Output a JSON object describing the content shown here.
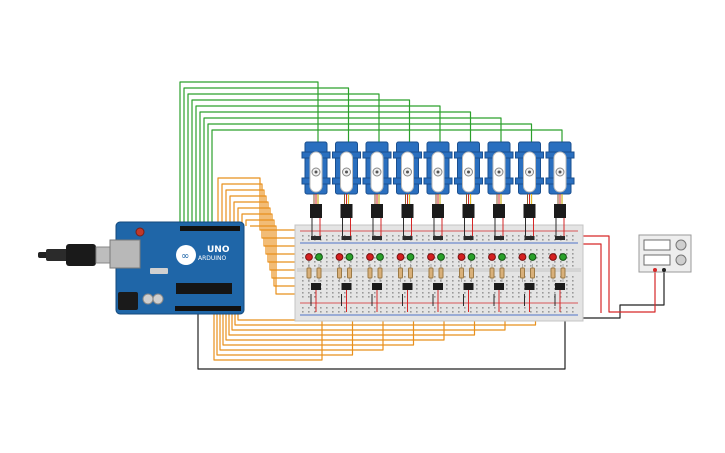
{
  "board": {
    "name": "UNO",
    "brand": "ARDUINO"
  },
  "circuit": {
    "servo_count": 9,
    "led_colors": [
      "red",
      "green"
    ]
  },
  "colors": {
    "signal_wire": "#2ca02c",
    "control_wire": "#e8901c",
    "power_wire": "#d62728",
    "ground_wire": "#222222",
    "arduino_board": "#1f66a8",
    "servo_body": "#2a6fbf",
    "breadboard": "#e4e4e4",
    "led_red": "#d42020",
    "led_green": "#2aa12a"
  }
}
